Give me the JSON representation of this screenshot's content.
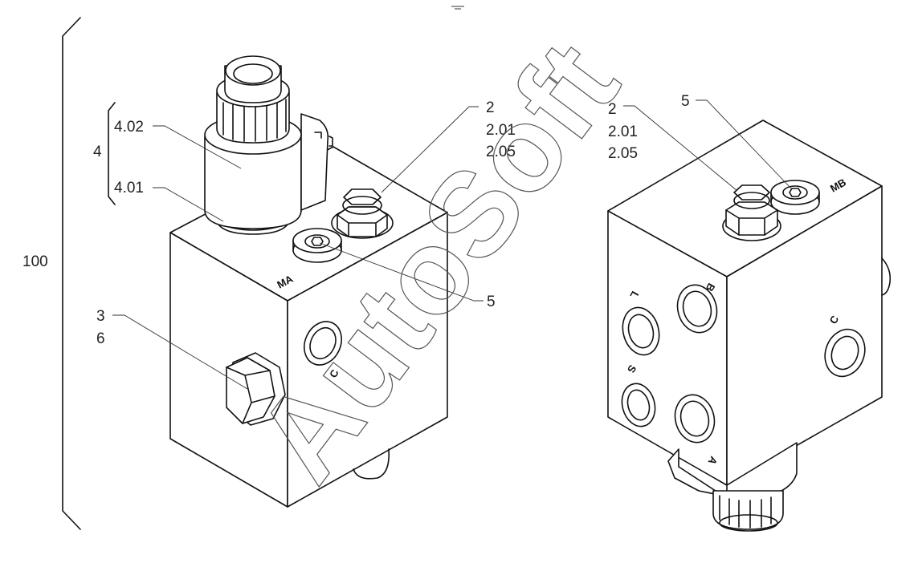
{
  "watermark": "AutoSoft",
  "assembly": {
    "number": "100"
  },
  "left_view": {
    "callouts": {
      "solenoid_group": "4",
      "coil": "4.02",
      "solenoid_base": "4.01",
      "plug_a": [
        "2",
        "2.01",
        "2.05"
      ],
      "plug_b": "5",
      "side_plug": [
        "3",
        "6"
      ]
    },
    "port_marks": {
      "ma": "MA",
      "c": "C"
    }
  },
  "right_view": {
    "callouts": {
      "plug_a": [
        "2",
        "2.01",
        "2.05"
      ],
      "plug_b": "5"
    },
    "port_marks": {
      "mb": "MB",
      "l": "L",
      "b": "B",
      "s": "S",
      "a": "A",
      "c": "C"
    }
  },
  "colors": {
    "line": "#111111",
    "background": "#ffffff",
    "watermark": "#555555"
  }
}
